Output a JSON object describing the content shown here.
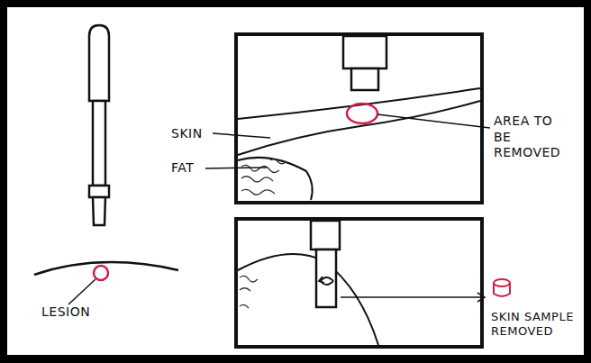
{
  "diagram": {
    "labels": [
      "SKIN",
      "AREA TO BE REMOVED",
      "FAT",
      "LESION",
      "SKIN SAMPLE REMOVED"
    ]
  }
}
